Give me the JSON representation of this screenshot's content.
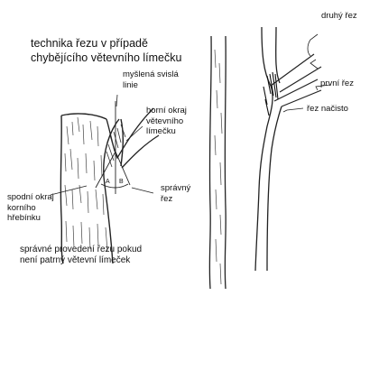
{
  "title_line1": "technika řezu v případě",
  "title_line2": "chybějícího větevního límečku",
  "labels": {
    "imaginary_line": "myšlená svislá\nlinie",
    "collar_top": "horní okraj\nvětevního\nlímečku",
    "correct_cut": "správný\nřez",
    "ridge_bottom": "spodní okraj\nkorního\nhřebínku",
    "caption": "správné provedení řezu pokud\nnení patrný větevní límeček",
    "angle_a": "A",
    "angle_b": "B",
    "second_cut": "druhý řez",
    "first_cut": "první řez",
    "clean_cut": "řez načisto"
  }
}
